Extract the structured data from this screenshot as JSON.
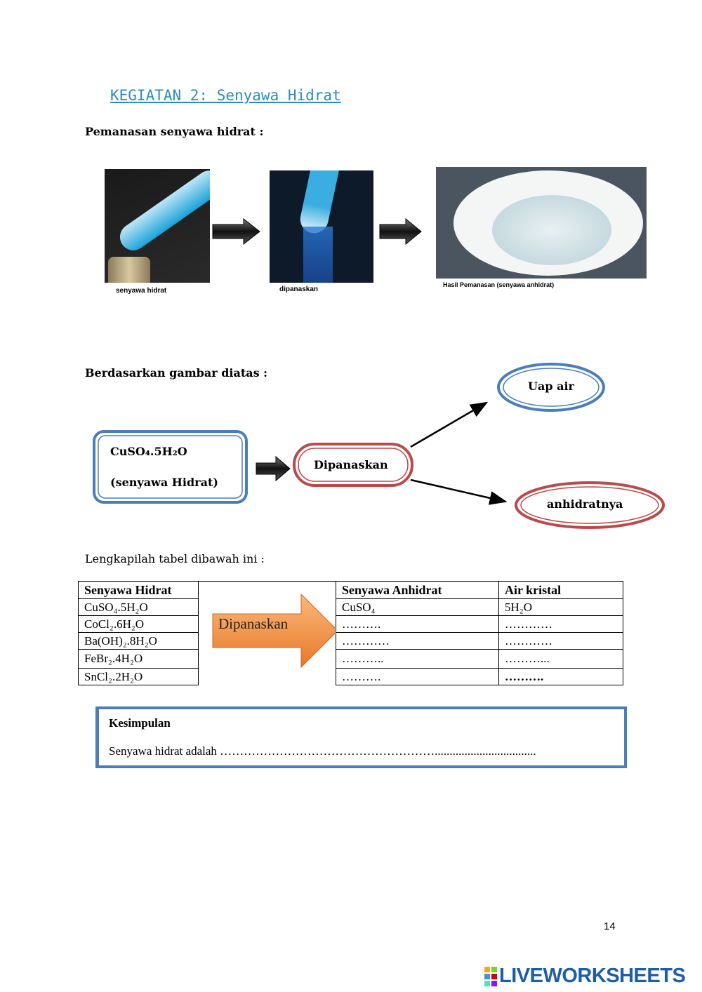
{
  "title": "KEGIATAN 2: Senyawa Hidrat",
  "subtitle": "Pemanasan senyawa hidrat :",
  "images": [
    {
      "caption": "senyawa hidrat"
    },
    {
      "caption": "dipanaskan"
    },
    {
      "caption": "Hasil Pemanasan (senyawa anhidrat)"
    }
  ],
  "diagram": {
    "heading": "Berdasarkan gambar diatas :",
    "start_formula": "CuSO₄.5H₂O",
    "start_label": "(senyawa Hidrat)",
    "process": "Dipanaskan",
    "output_1": "Uap air",
    "output_2": "anhidratnya"
  },
  "instruction": "Lengkapilah tabel dibawah ini :",
  "table": {
    "headers": [
      "Senyawa Hidrat",
      "",
      "Senyawa Anhidrat",
      "Air kristal"
    ],
    "arrow_label": "Dipanaskan",
    "rows": [
      [
        "CuSO₄.5H₂O",
        "CuSO₄",
        "5H₂O"
      ],
      [
        "CoCl₂.6H₂O",
        "……….",
        "…………"
      ],
      [
        "Ba(OH)₂.8H₂O",
        "…………",
        "…………"
      ],
      [
        "FeBr₂.4H₂O",
        "………..",
        "………..."
      ],
      [
        "SnCl₂.2H₂O",
        "……….",
        "………."
      ]
    ]
  },
  "conclusion": {
    "heading": "Kesimpulan",
    "text": "Senyawa hidrat adalah ……………………………………………….................................."
  },
  "page_number": "14",
  "logo": "LIVEWORKSHEETS"
}
